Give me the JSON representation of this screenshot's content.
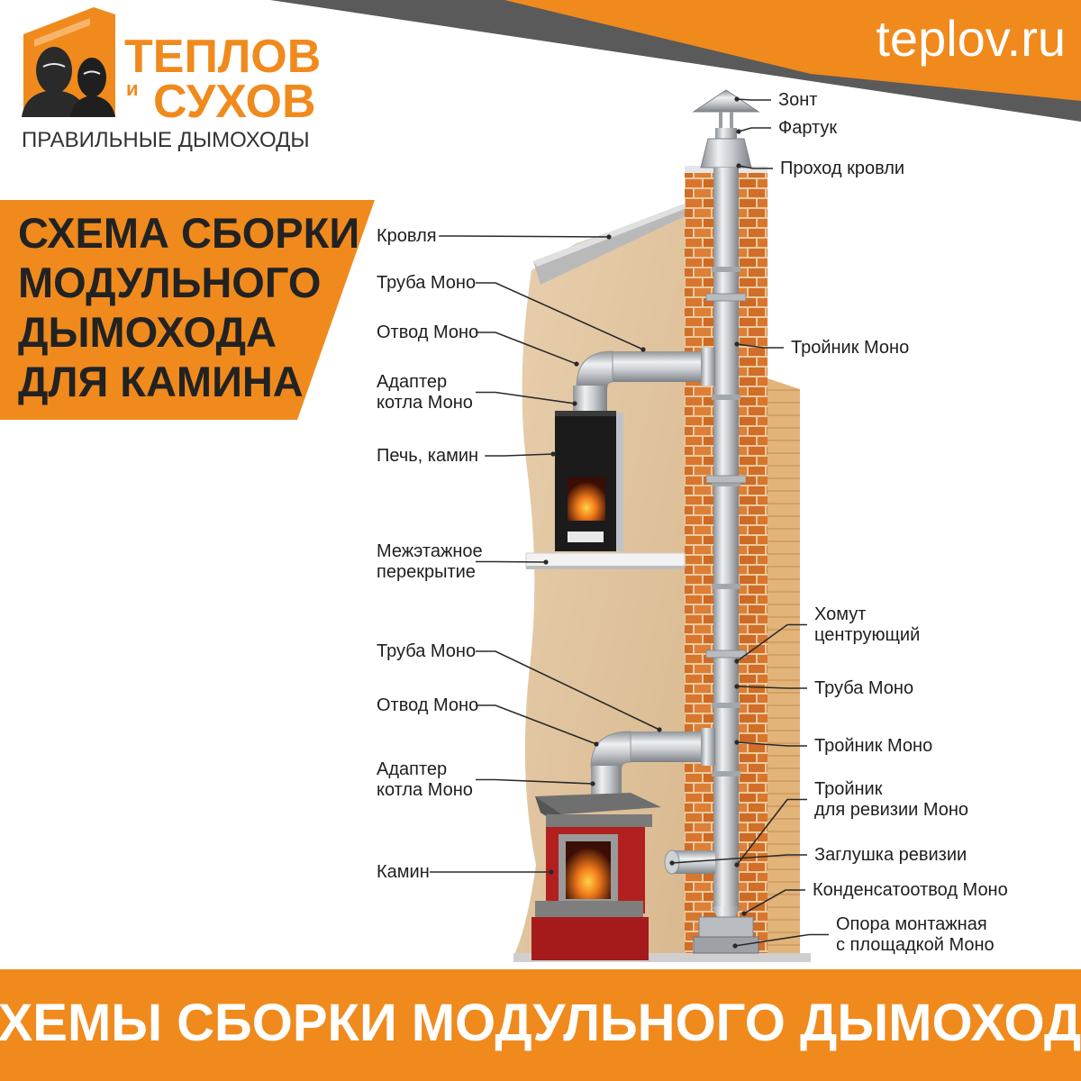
{
  "header": {
    "site": "teplov.ru",
    "logo": {
      "line1": "ТЕПЛОВ",
      "conj": "и",
      "line2": "СУХОВ",
      "tagline": "ПРАВИЛЬНЫЕ ДЫМОХОДЫ"
    }
  },
  "title": {
    "lines": [
      "СХЕМА СБОРКИ",
      "МОДУЛЬНОГО",
      "ДЫМОХОДА",
      "ДЛЯ КАМИНА"
    ]
  },
  "footer": {
    "text": "СХЕМЫ СБОРКИ МОДУЛЬНОГО ДЫМОХОДА"
  },
  "labels_left": [
    {
      "id": "roof",
      "lines": [
        "Кровля"
      ]
    },
    {
      "id": "pipe-upper",
      "lines": [
        "Труба Моно"
      ]
    },
    {
      "id": "elbow-upper",
      "lines": [
        "Отвод Моно"
      ]
    },
    {
      "id": "adapter-upper",
      "lines": [
        "Адаптер",
        "котла Моно"
      ]
    },
    {
      "id": "stove",
      "lines": [
        "Печь, камин"
      ]
    },
    {
      "id": "floor-slab",
      "lines": [
        "Межэтажное",
        "перекрытие"
      ]
    },
    {
      "id": "pipe-lower",
      "lines": [
        "Труба Моно"
      ]
    },
    {
      "id": "elbow-lower",
      "lines": [
        "Отвод Моно"
      ]
    },
    {
      "id": "adapter-lower",
      "lines": [
        "Адаптер",
        "котла Моно"
      ]
    },
    {
      "id": "fireplace",
      "lines": [
        "Камин"
      ]
    }
  ],
  "labels_right": [
    {
      "id": "cap",
      "lines": [
        "Зонт"
      ]
    },
    {
      "id": "apron",
      "lines": [
        "Фартук"
      ]
    },
    {
      "id": "roof-pass",
      "lines": [
        "Проход кровли"
      ]
    },
    {
      "id": "tee-upper",
      "lines": [
        "Тройник Моно"
      ]
    },
    {
      "id": "clamp",
      "lines": [
        "Хомут",
        "центрующий"
      ]
    },
    {
      "id": "pipe-right",
      "lines": [
        "Труба Моно"
      ]
    },
    {
      "id": "tee-lower",
      "lines": [
        "Тройник Моно"
      ]
    },
    {
      "id": "tee-revision",
      "lines": [
        "Тройник",
        "для ревизии Моно"
      ]
    },
    {
      "id": "revision-plug",
      "lines": [
        "Заглушка ревизии"
      ]
    },
    {
      "id": "condensate",
      "lines": [
        "Конденсатоотвод Моно"
      ]
    },
    {
      "id": "support",
      "lines": [
        "Опора монтажная",
        "с площадкой Моно"
      ]
    }
  ],
  "colors": {
    "brand_orange": "#f08a1d",
    "dark_gray": "#3d3d3d",
    "title_text": "#222222",
    "wall": "#e3c7a2",
    "brick": "#d9762d",
    "steel": "#c9ccd0"
  }
}
